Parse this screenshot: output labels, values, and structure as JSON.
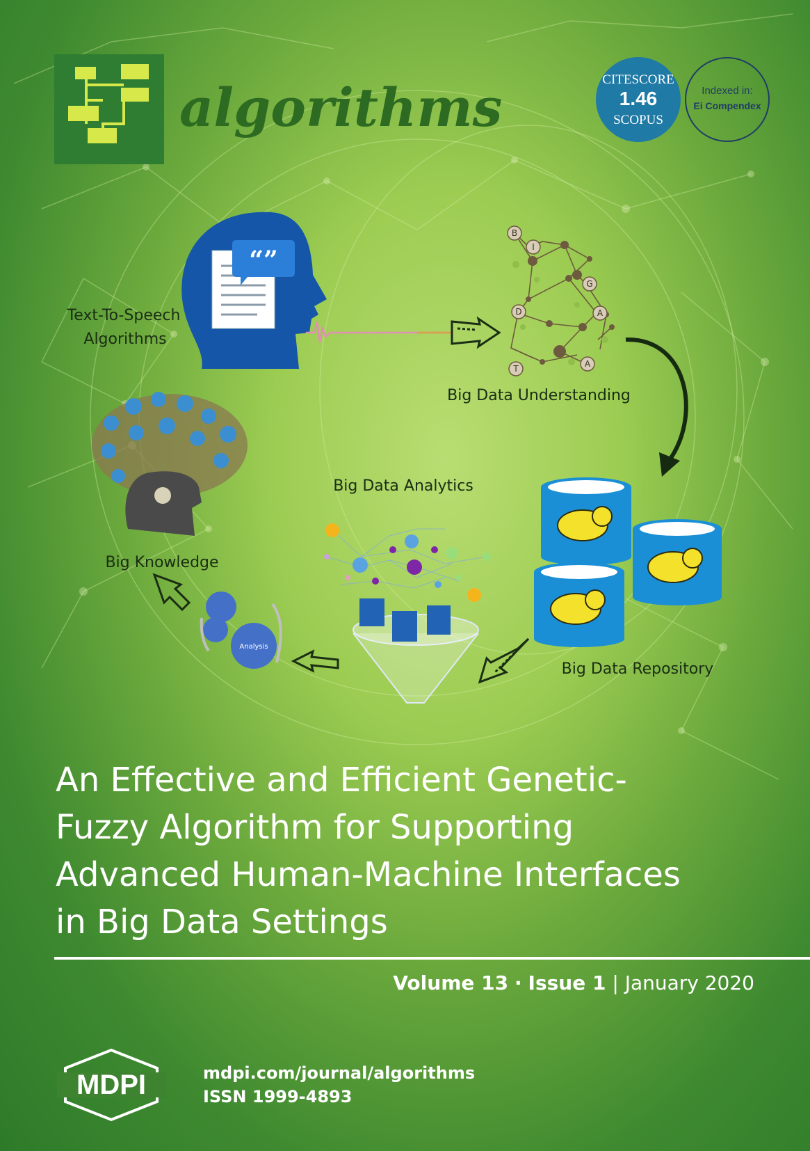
{
  "journal": {
    "name": "algorithms"
  },
  "badges": {
    "citescore": {
      "label": "CITESCORE",
      "value": "1.46",
      "source": "SCOPUS",
      "color": "#1f7aa6"
    },
    "indexed": {
      "line1": "Indexed in:",
      "line2": "Ei Compendex"
    }
  },
  "diagram": {
    "text_to_speech": {
      "line1": "Text-To-Speech",
      "line2": "Algorithms"
    },
    "big_data_understanding": "Big Data Understanding",
    "big_data_analytics": "Big Data Analytics",
    "big_knowledge": "Big Knowledge",
    "big_data_repository": "Big Data Repository",
    "analysis_gear": "Analysis",
    "letters": [
      "B",
      "I",
      "G",
      "D",
      "A",
      "T",
      "A"
    ],
    "quote_glyph": "“”"
  },
  "article": {
    "title_lines": [
      "An Effective and Efficient Genetic-",
      "Fuzzy Algorithm for Supporting",
      "Advanced Human-Machine Interfaces",
      "in Big Data Settings"
    ]
  },
  "issue": {
    "volume": "Volume 13",
    "separator": "·",
    "issue": "Issue 1",
    "divider": "|",
    "date": "January 2020"
  },
  "publisher": {
    "logo_text": "MDPI",
    "url": "mdpi.com/journal/algorithms",
    "issn": "ISSN 1999-4893"
  },
  "colors": {
    "background_dark": "#2d7a2a",
    "background_light": "#b9dd72",
    "brand_green": "#2e6b22",
    "hadoop_blue": "#1a8fd6",
    "head_blue": "#1556a8"
  }
}
